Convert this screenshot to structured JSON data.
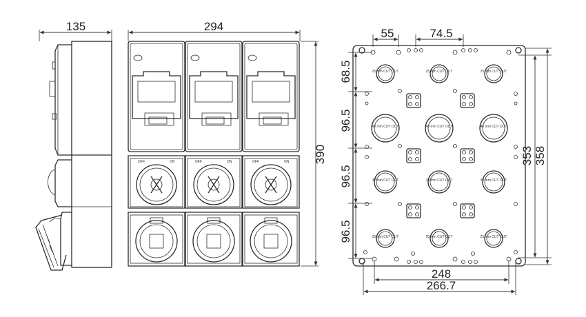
{
  "dimensions": {
    "side_depth": "135",
    "front_width": "294",
    "front_height": "390",
    "plate_hole_spacing_55": "55",
    "plate_hole_spacing_74_5": "74.5",
    "plate_row_1": "68.5",
    "plate_row_2": "96.5",
    "plate_row_3": "96.5",
    "plate_row_4": "96.5",
    "plate_inner_height": "353",
    "plate_outer_height": "358",
    "plate_inner_width": "248",
    "plate_outer_width": "266.7"
  },
  "cutouts": {
    "row1": [
      "25 mm CUT OUT",
      "25 mm CUT OUT",
      "25 mm CUT OUT"
    ],
    "row2": [
      "40 mm CUT OUT",
      "40 mm CUT OUT",
      "40 mm CUT OUT"
    ],
    "row3": [
      "32 mm CUT OUT",
      "32 mm CUT OUT",
      "32 mm CUT OUT"
    ],
    "row4": [
      "25 mm CUT OUT",
      "25 mm CUT OUT",
      "25 mm CUT OUT"
    ]
  },
  "switch_labels": {
    "off": "OFF",
    "on": "ON"
  },
  "colors": {
    "line": "#2a2a2a",
    "background": "#ffffff"
  }
}
